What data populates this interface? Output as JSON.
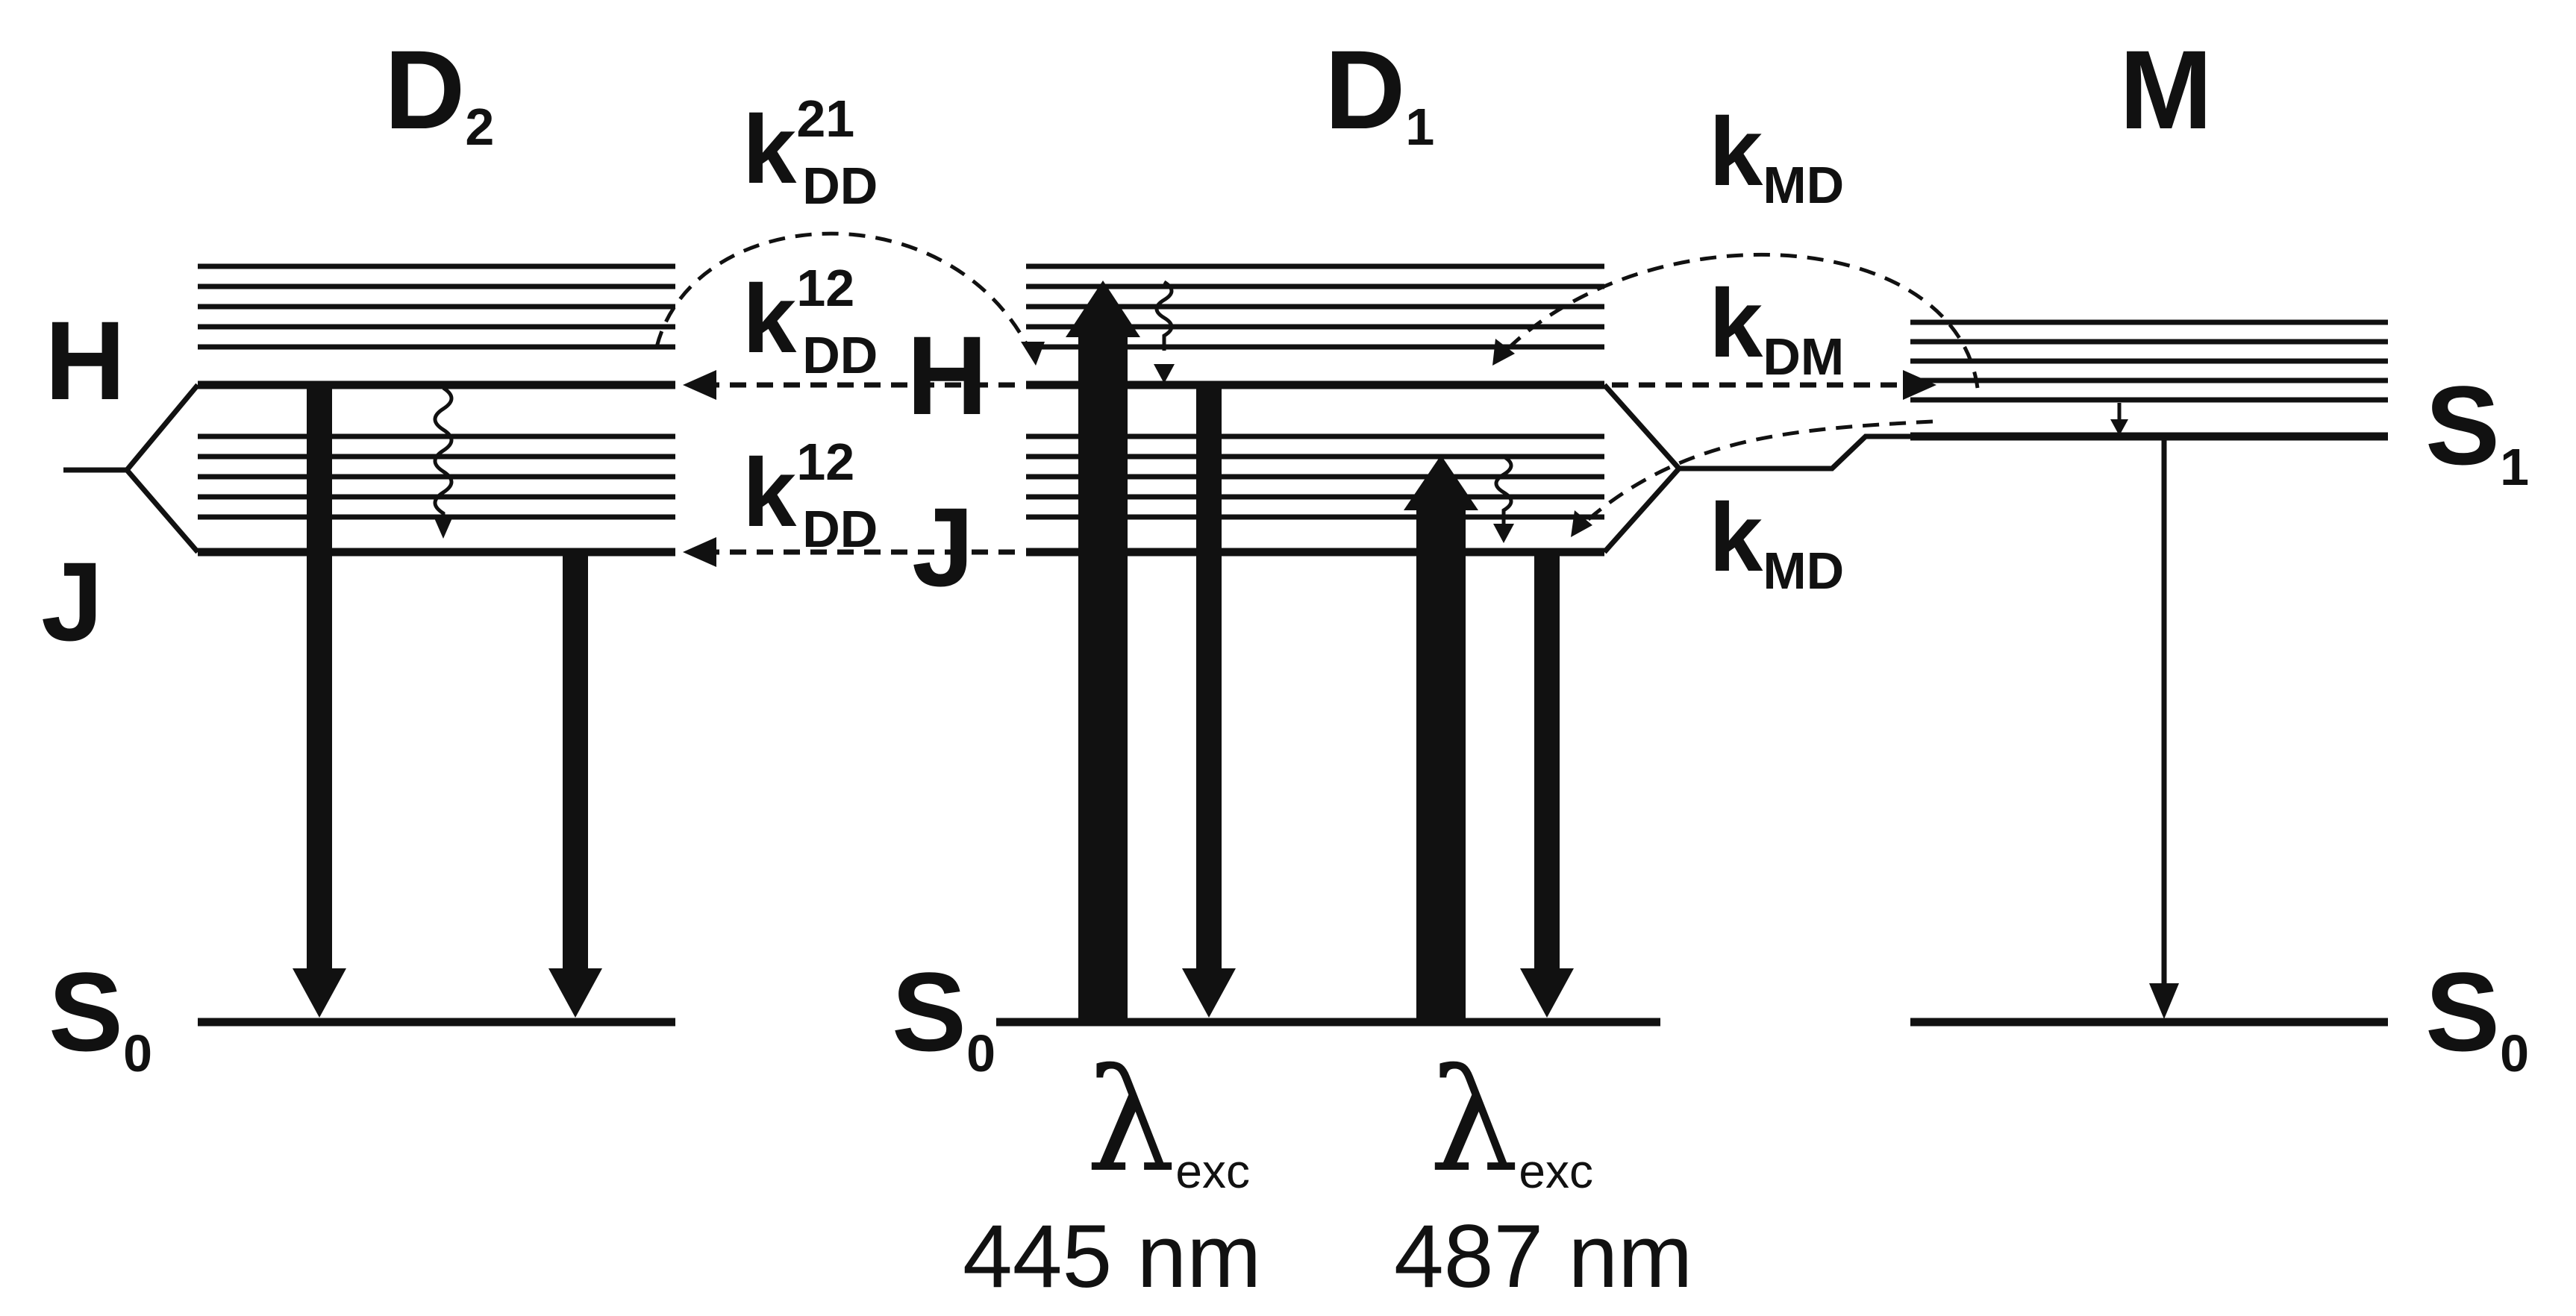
{
  "columns": {
    "d2": {
      "base": "D",
      "sub": "2"
    },
    "d1": {
      "base": "D",
      "sub": "1"
    },
    "m": {
      "base": "M"
    }
  },
  "states": {
    "d2_h": "H",
    "d2_j": "J",
    "d2_s0": {
      "base": "S",
      "sub": "0"
    },
    "d1_h": "H",
    "d1_j": "J",
    "d1_s0": {
      "base": "S",
      "sub": "0"
    },
    "m_s1": {
      "base": "S",
      "sub": "1"
    },
    "m_s0": {
      "base": "S",
      "sub": "0"
    }
  },
  "rates": {
    "k_dd_21": {
      "base": "k",
      "sub": "DD",
      "sup": "21"
    },
    "k_dd_12_upper": {
      "base": "k",
      "sub": "DD",
      "sup": "12"
    },
    "k_dd_12_lower": {
      "base": "k",
      "sub": "DD",
      "sup": "12"
    },
    "k_md_upper": {
      "base": "k",
      "sub": "MD"
    },
    "k_dm": {
      "base": "k",
      "sub": "DM"
    },
    "k_md_lower": {
      "base": "k",
      "sub": "MD"
    }
  },
  "excitations": [
    {
      "symbol": "λ",
      "sub": "exc",
      "wavelength": "445 nm"
    },
    {
      "symbol": "λ",
      "sub": "exc",
      "wavelength": "487 nm"
    }
  ]
}
